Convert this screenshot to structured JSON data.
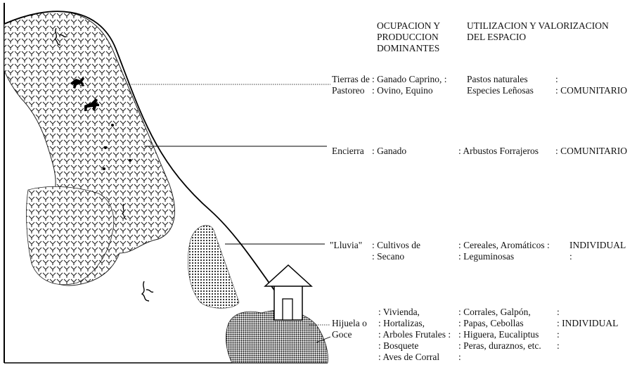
{
  "headers": {
    "occupation": [
      "OCUPACION Y",
      "PRODUCCION",
      "DOMINANTES"
    ],
    "utilization": [
      "UTILIZACION Y VALORIZACION",
      "DEL ESPACIO"
    ]
  },
  "zones": [
    {
      "label": [
        "Tierras de",
        "Pastoreo"
      ],
      "occupation": [
        ": Ganado Caprino, :",
        ": Ovino, Equino"
      ],
      "utilization": [
        "Pastos naturales",
        "Especies Leñosas"
      ],
      "valorization": [
        ":",
        ": COMUNITARIO"
      ]
    },
    {
      "label": [
        "Encierra"
      ],
      "occupation": [
        ": Ganado"
      ],
      "utilization": [
        ": Arbustos Forrajeros"
      ],
      "valorization": [
        ": COMUNITARIO"
      ]
    },
    {
      "label": [
        "\"Lluvia\""
      ],
      "occupation": [
        ": Cultivos de",
        ": Secano"
      ],
      "utilization": [
        ": Cereales, Aromáticos :",
        ": Leguminosas"
      ],
      "valorization": [
        "INDIVIDUAL",
        ":"
      ]
    },
    {
      "label": [
        "",
        "Hijuela o",
        "Goce"
      ],
      "occupation": [
        ": Vivienda,",
        ": Hortalizas,",
        ": Arboles Frutales :",
        ": Bosquete",
        ": Aves de Corral"
      ],
      "utilization": [
        ": Corrales, Galpón,",
        ": Papas, Cebollas",
        ": Higuera, Eucaliptus",
        ": Peras, duraznos, etc.",
        ":"
      ],
      "valorization": [
        ":",
        ": INDIVIDUAL",
        ":",
        ":",
        ""
      ]
    }
  ]
}
